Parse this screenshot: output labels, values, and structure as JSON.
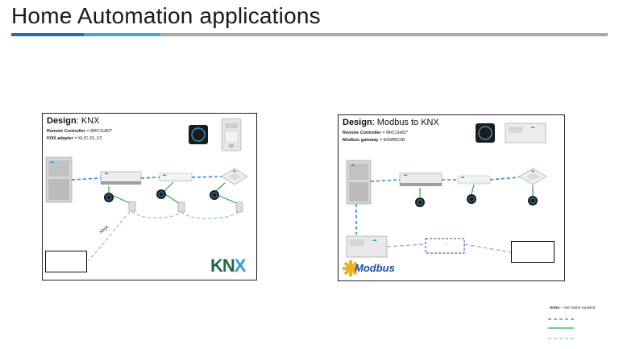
{
  "slide": {
    "title": "Home Automation applications"
  },
  "knx_panel": {
    "heading_bold": "Design",
    "heading_rest": ": KNX",
    "line1_label": "Remote Controller",
    "line1_value": " = BRC1H82*",
    "line2_label": "KNX adapter",
    "line2_value": " = KLIC-DI_V2",
    "cable_label": "KNX",
    "logo_text_k": "K",
    "logo_text_n": "N",
    "logo_text_x": "X"
  },
  "modbus_panel": {
    "heading_bold": "Design",
    "heading_rest": ": Modbus to KNX",
    "line1_label": "Remote Controller",
    "line1_value": " = BRC1H82*",
    "line2_label": "Modbus gateway",
    "line2_value": " = EKMBDXB",
    "gateway_box_label": "-",
    "logo_text": "Modbus"
  },
  "legend": {
    "note_bold": "Note1",
    "note_rest": " – Not Daikin supplied"
  },
  "colors": {
    "dashed_blue": "#2e8bd6",
    "green": "#2fa84a",
    "light_blue_dashed": "#8fb8e0",
    "purple": "#6b2c91",
    "daikin_blue": "#0e97d6"
  }
}
